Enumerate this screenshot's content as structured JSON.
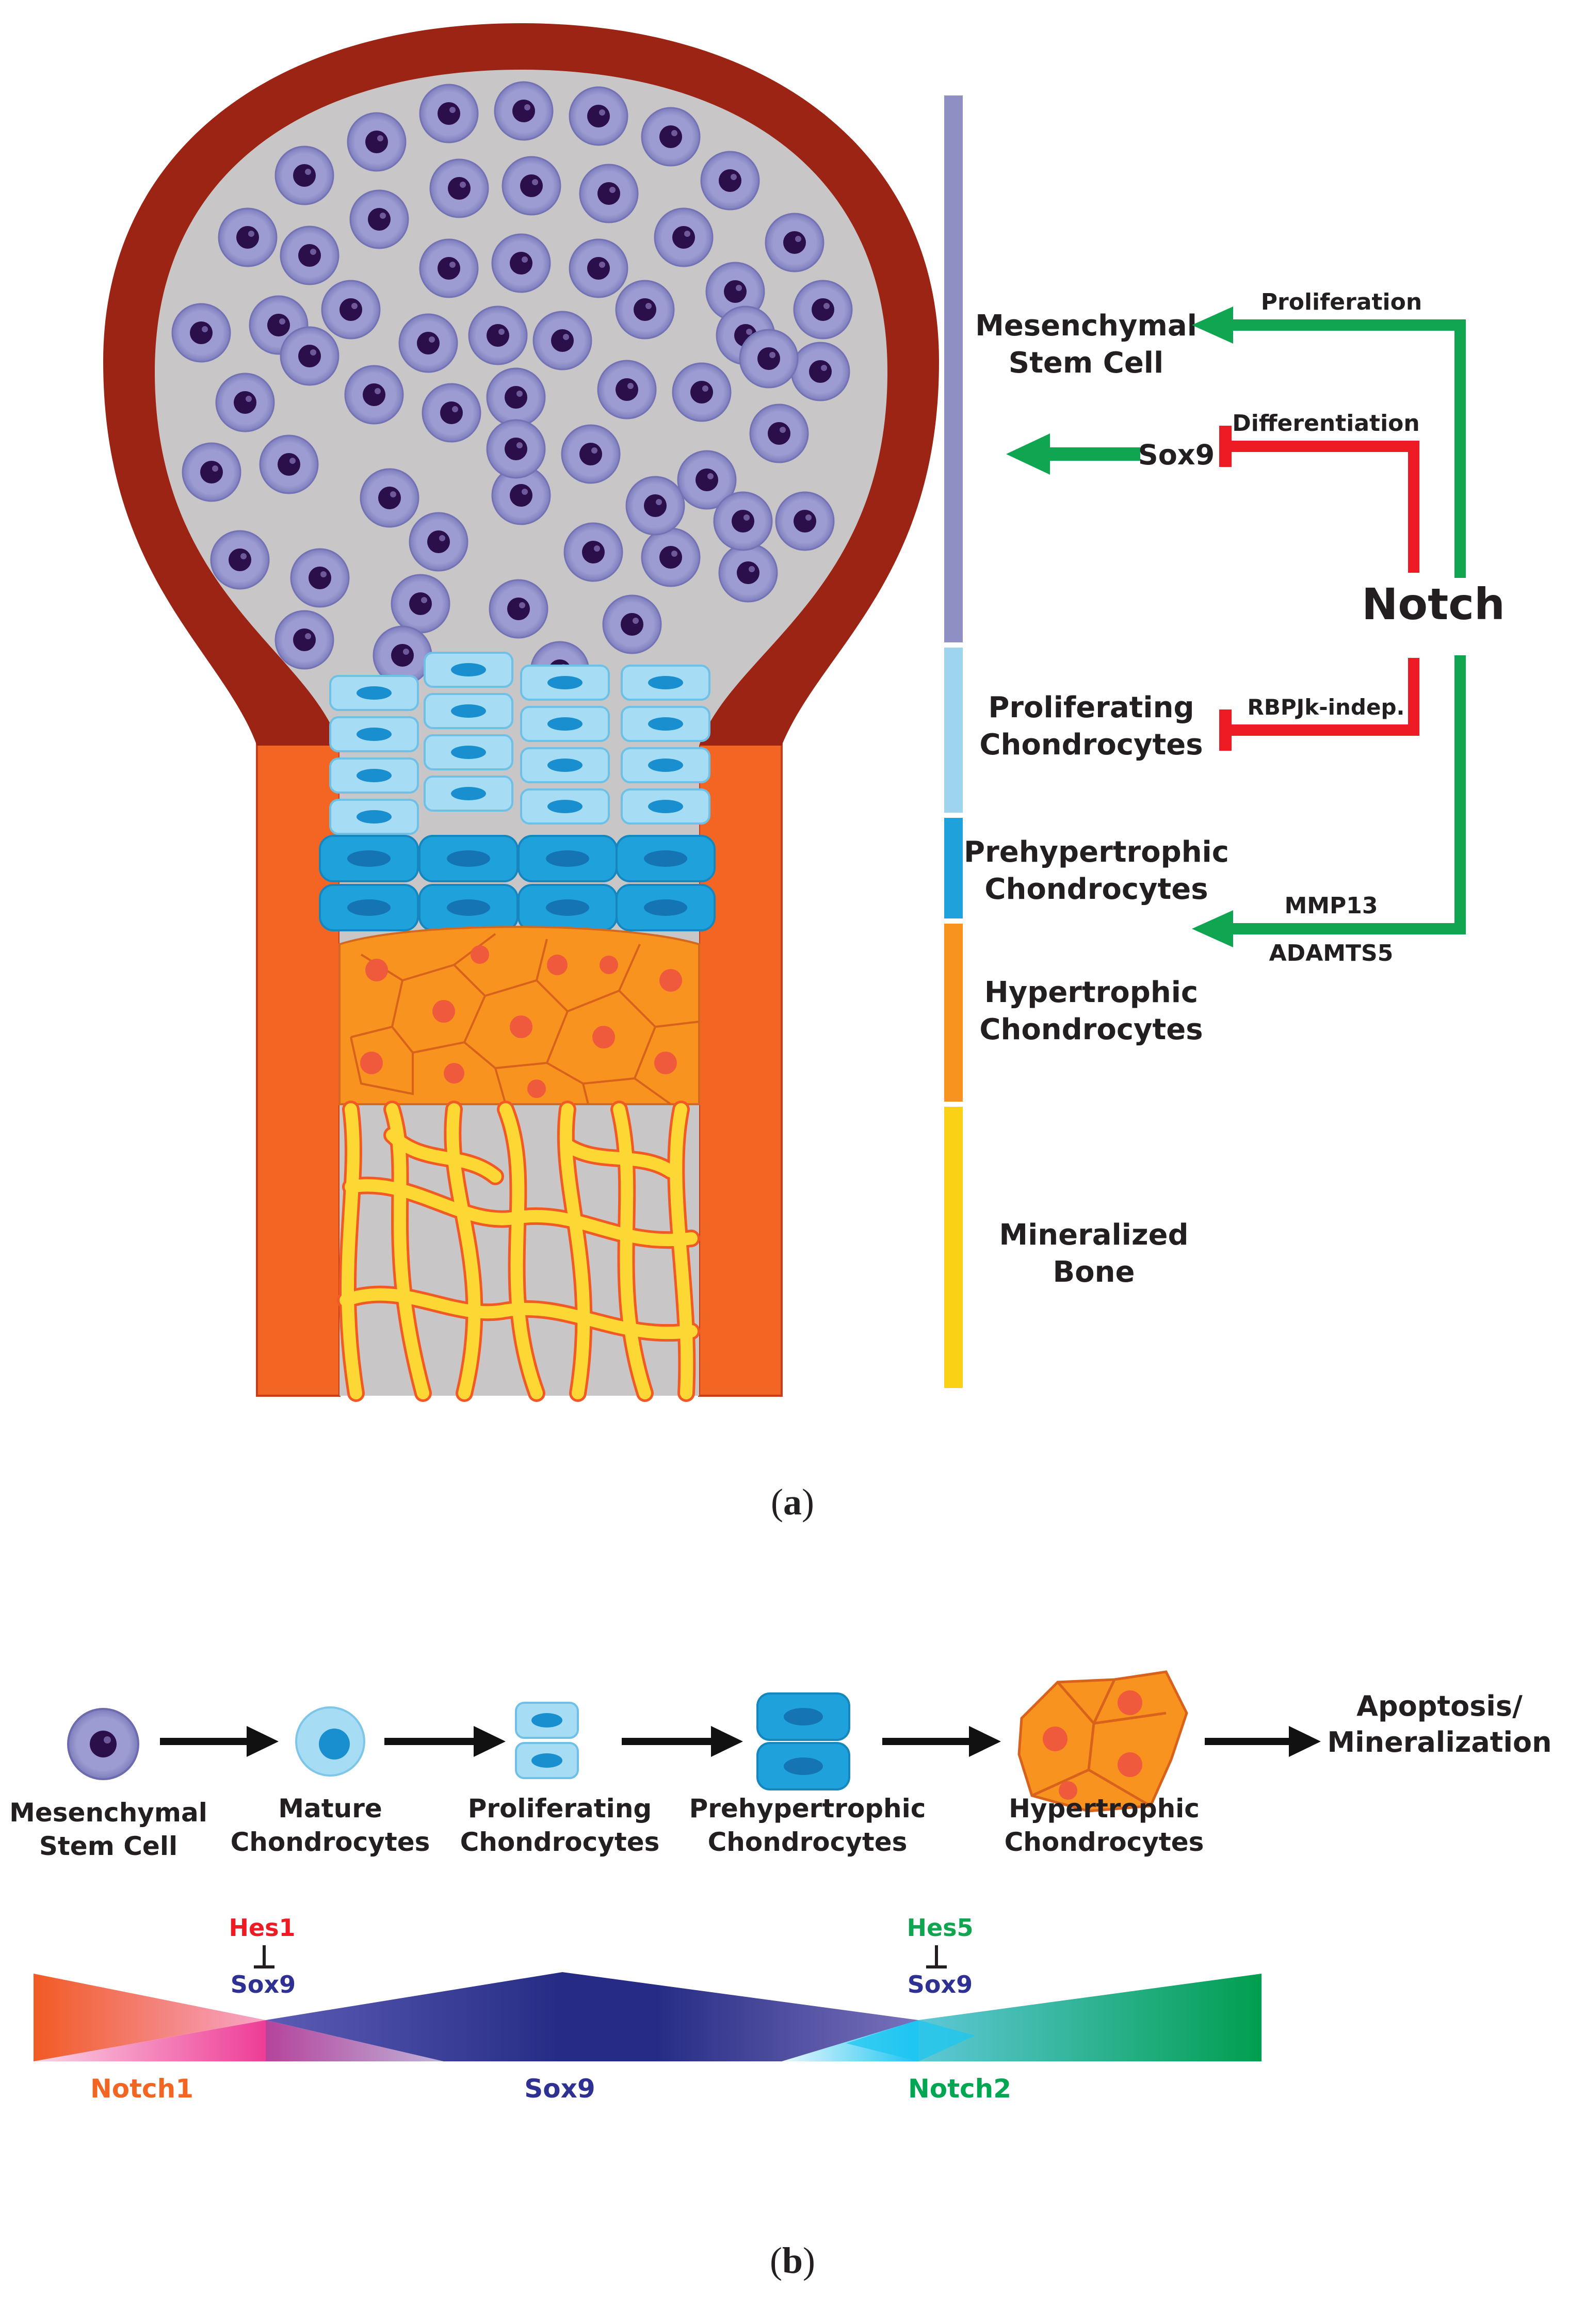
{
  "panel_a": {
    "caption_open": "(",
    "caption_letter": "a",
    "caption_close": ")",
    "stages": [
      {
        "line1": "Mesenchymal",
        "line2": "Stem Cell",
        "color": "#8F8FC4"
      },
      {
        "line1": "Proliferating",
        "line2": "Chondrocytes",
        "color": "#9ED4EE"
      },
      {
        "line1": "Prehypertrophic",
        "line2": "Chondrocytes",
        "color": "#1FA2DB"
      },
      {
        "line1": "Hypertrophic",
        "line2": "Chondrocytes",
        "color": "#F7931E"
      },
      {
        "line1": "Mineralized",
        "line2": "Bone",
        "color": "#FBD116"
      }
    ],
    "notch_label": "Notch",
    "sox9_label": "Sox9",
    "arrows": {
      "proliferation": "Proliferation",
      "differentiation": "Differentiation",
      "rbpjk": "RBPJk-indep.",
      "mmp13": "MMP13",
      "adamts5": "ADAMTS5"
    },
    "colors": {
      "activate": "#10A651",
      "inhibit": "#ED1C24",
      "cortex_top": "#9B2414",
      "cortex_shaft": "#F26522",
      "marrow": "#C8C6C6"
    }
  },
  "panel_b": {
    "caption_open": "(",
    "caption_letter": "b",
    "caption_close": ")",
    "stages": [
      {
        "line1": "Mesenchymal",
        "line2": "Stem Cell"
      },
      {
        "line1": "Mature",
        "line2": "Chondrocytes"
      },
      {
        "line1": "Proliferating",
        "line2": "Chondrocytes"
      },
      {
        "line1": "Prehypertrophic",
        "line2": "Chondrocytes"
      },
      {
        "line1": "Hypertrophic",
        "line2": "Chondrocytes"
      }
    ],
    "outcome": {
      "line1": "Apoptosis/",
      "line2": "Mineralization"
    },
    "hes1": "Hes1",
    "hes5": "Hes5",
    "sox9_left": "Sox9",
    "sox9_right": "Sox9",
    "gradient_labels": {
      "notch1": "Notch1",
      "sox9": "Sox9",
      "notch2": "Notch2"
    },
    "colors": {
      "notch1": "#F26522",
      "sox9": "#2E3192",
      "notch2": "#00A651",
      "hes1": "#ED1C24",
      "hes5": "#10A651"
    }
  }
}
